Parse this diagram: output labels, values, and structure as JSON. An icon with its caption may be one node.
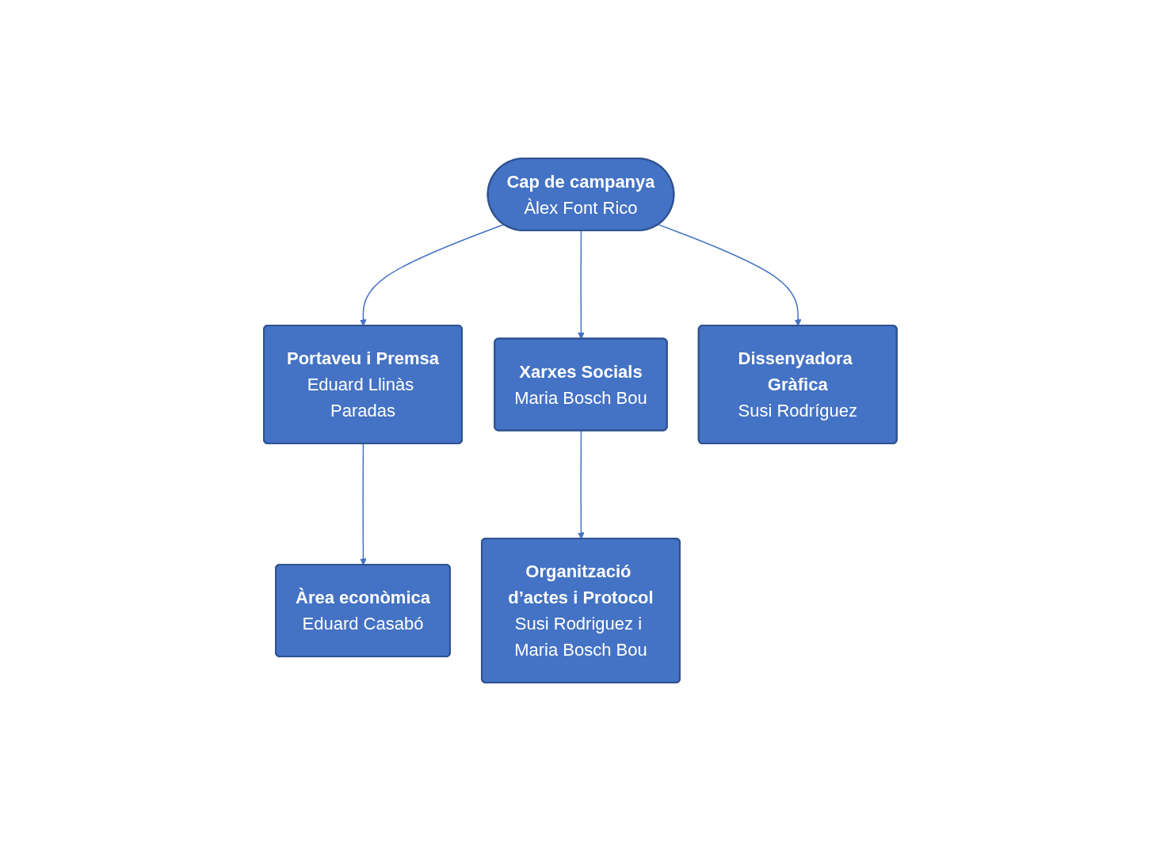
{
  "diagram": {
    "nodes": [
      {
        "text": [
          "Cap de campanya",
          "Àlex Font Rico"
        ]
      },
      {
        "text": [
          "Portaveu i Premsa",
          "Eduard Llinàs Paradas"
        ]
      },
      {
        "text": [
          "Xarxes Socials",
          "Maria Bosch Bou"
        ]
      },
      {
        "text": [
          "Dissenyadora Gràfica",
          "Susi Rodríguez"
        ]
      },
      {
        "text": [
          "Àrea econòmica",
          "Eduard Casabó"
        ]
      },
      {
        "text": [
          "Organització d’actes i Protocol",
          "Susi Rodriguez i Maria Bosch Bou"
        ]
      }
    ],
    "edges": [
      {
        "from": 0,
        "to": 1,
        "arrow": "to"
      },
      {
        "from": 0,
        "to": 2,
        "arrow": "to"
      },
      {
        "from": 0,
        "to": 3,
        "arrow": "to"
      },
      {
        "from": 1,
        "to": 4,
        "arrow": "to"
      },
      {
        "from": 2,
        "to": 5,
        "arrow": "to"
      }
    ]
  }
}
